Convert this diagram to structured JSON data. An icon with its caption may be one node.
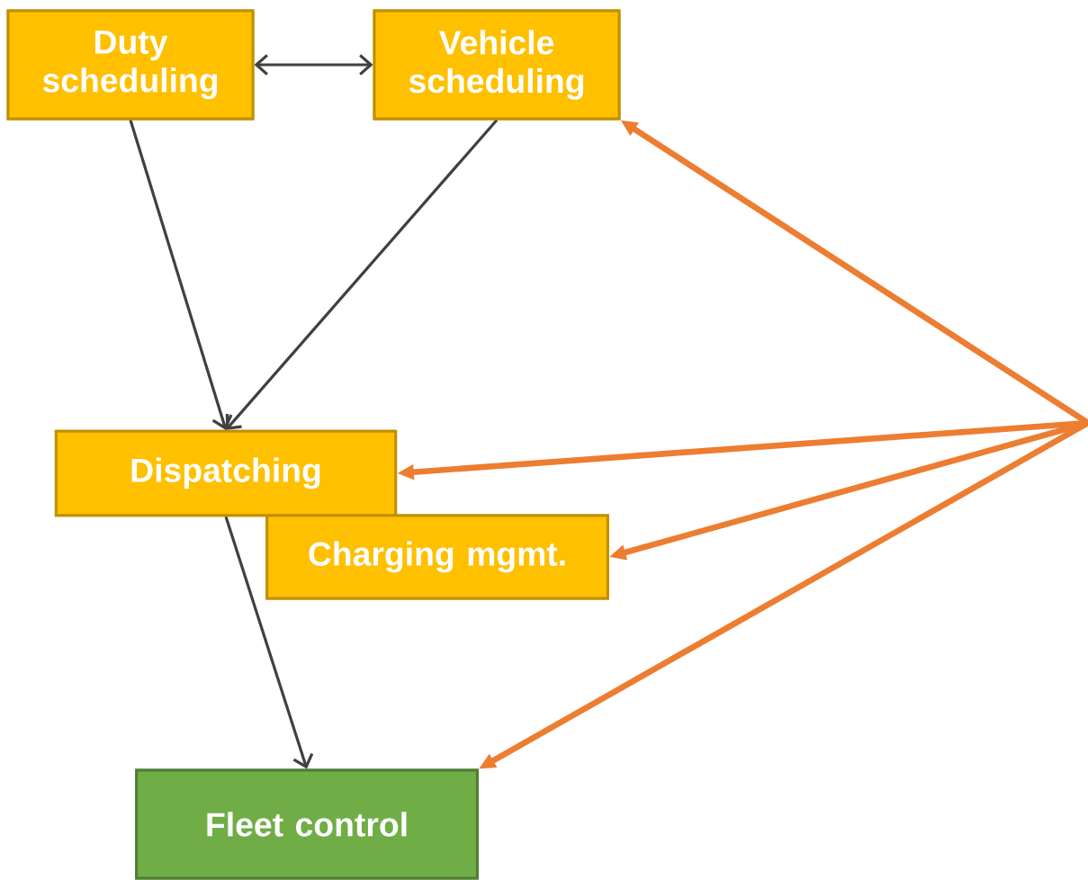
{
  "diagram": {
    "nodes": [
      {
        "text": [
          "Duty scheduling"
        ]
      },
      {
        "text": [
          "Vehicle scheduling"
        ]
      },
      {
        "text": [
          "Dispatching"
        ]
      },
      {
        "text": [
          "Charging mgmt."
        ]
      },
      {
        "text": [
          "Fleet control"
        ]
      }
    ],
    "edges": [
      {
        "from": 0,
        "to": 1,
        "arrow": "both",
        "color": "#404040"
      },
      {
        "from": 0,
        "to": 2,
        "arrow": "to",
        "color": "#404040"
      },
      {
        "from": 1,
        "to": 2,
        "arrow": "to",
        "color": "#404040"
      },
      {
        "from": 2,
        "to": 4,
        "arrow": "to",
        "color": "#404040"
      },
      {
        "from": null,
        "to": 1,
        "arrow": "to",
        "style": "thick",
        "color": "#ed7d31"
      },
      {
        "from": null,
        "to": 2,
        "arrow": "to",
        "style": "thick",
        "color": "#ed7d31"
      },
      {
        "from": null,
        "to": 3,
        "arrow": "to",
        "style": "thick",
        "color": "#ed7d31"
      },
      {
        "from": null,
        "to": 4,
        "arrow": "to",
        "style": "thick",
        "color": "#ed7d31"
      }
    ]
  }
}
